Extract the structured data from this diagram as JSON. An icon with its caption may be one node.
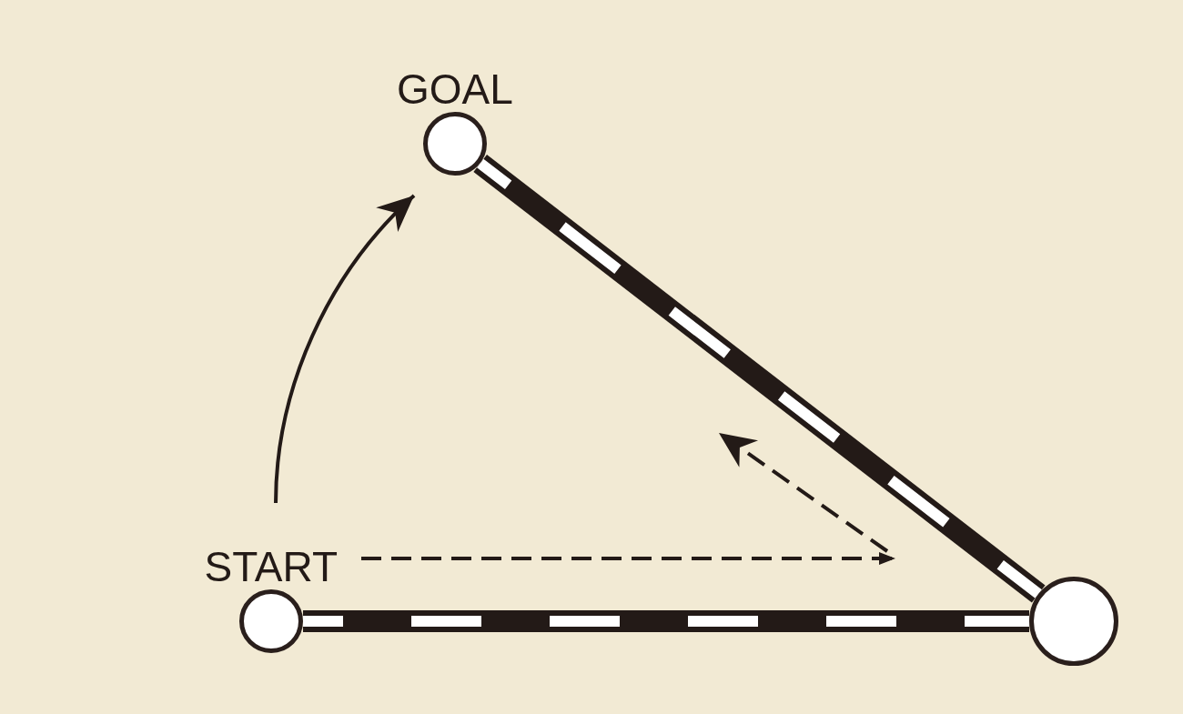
{
  "diagram": {
    "nodes": [
      {
        "text": [
          "GOAL"
        ]
      },
      {
        "text": [
          "START"
        ]
      },
      {
        "text": [],
        "shape": "circle"
      }
    ],
    "edges": [
      {
        "from": 1,
        "to": 2,
        "arrow": "none",
        "style": "thick"
      },
      {
        "from": 2,
        "to": 0,
        "arrow": "none",
        "style": "thick"
      },
      {
        "from": 1,
        "to": 0,
        "arrow": "to"
      },
      {
        "from": 1,
        "to": null,
        "arrow": "to",
        "style": "dashed"
      }
    ]
  }
}
